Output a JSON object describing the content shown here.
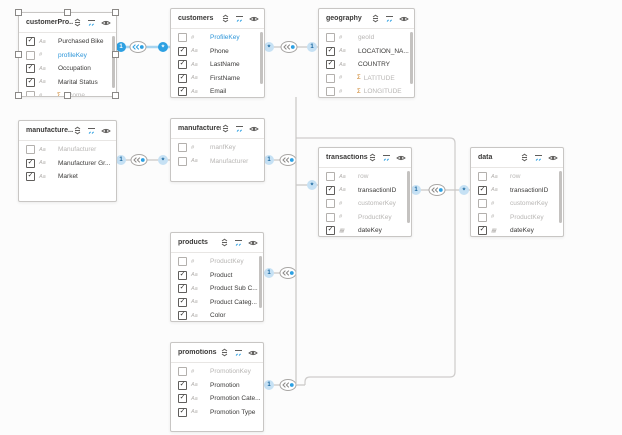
{
  "app": "model-relationship-diagram",
  "colors": {
    "accent_blue": "#2da0e2",
    "line_gray": "#c9c7c5",
    "link_blue": "#2e96d9",
    "sigma_orange": "#ca7b1d"
  },
  "header_icons": [
    "expand-collapse-fields",
    "collapse-table",
    "toggle-visibility"
  ],
  "tables": [
    {
      "id": "customerProfiles",
      "name": "customerPro...",
      "selected": true,
      "scrollbar": true,
      "fields": [
        {
          "checked": true,
          "type": "text",
          "name": "Purchased Bike",
          "style": "dark"
        },
        {
          "checked": false,
          "type": "number",
          "name": "profileKey",
          "style": "link"
        },
        {
          "checked": true,
          "type": "text",
          "name": "Occupation",
          "style": "dark"
        },
        {
          "checked": true,
          "type": "text",
          "name": "Marital Status",
          "style": "dark"
        },
        {
          "checked": false,
          "type": "number",
          "name": "Income",
          "style": "gray",
          "sigma": true
        }
      ]
    },
    {
      "id": "customers",
      "name": "customers",
      "selected": false,
      "scrollbar": true,
      "fields": [
        {
          "checked": false,
          "type": "number",
          "name": "ProfileKey",
          "style": "link"
        },
        {
          "checked": true,
          "type": "text",
          "name": "Phone",
          "style": "dark"
        },
        {
          "checked": true,
          "type": "text",
          "name": "LastName",
          "style": "dark"
        },
        {
          "checked": true,
          "type": "text",
          "name": "FirstName",
          "style": "dark"
        },
        {
          "checked": true,
          "type": "text",
          "name": "Email",
          "style": "dark"
        }
      ]
    },
    {
      "id": "geography",
      "name": "geography",
      "selected": false,
      "scrollbar": true,
      "fields": [
        {
          "checked": false,
          "type": "number",
          "name": "geoId",
          "style": "gray"
        },
        {
          "checked": true,
          "type": "text",
          "name": "LOCATION_NA...",
          "style": "dark"
        },
        {
          "checked": true,
          "type": "text",
          "name": "COUNTRY",
          "style": "dark"
        },
        {
          "checked": false,
          "type": "number",
          "name": "LATITUDE",
          "style": "gray",
          "sigma": true
        },
        {
          "checked": false,
          "type": "number",
          "name": "LONGITUDE",
          "style": "gray",
          "sigma": true
        }
      ]
    },
    {
      "id": "manufacturers_src",
      "name": "manufacture...",
      "selected": false,
      "scrollbar": false,
      "fields": [
        {
          "checked": false,
          "type": "text",
          "name": "Manufacturer",
          "style": "gray"
        },
        {
          "checked": true,
          "type": "text",
          "name": "Manufacturer Gr...",
          "style": "dark"
        },
        {
          "checked": true,
          "type": "text",
          "name": "Market",
          "style": "dark"
        }
      ]
    },
    {
      "id": "manufacturers",
      "name": "manufacturers",
      "selected": false,
      "scrollbar": false,
      "fields": [
        {
          "checked": false,
          "type": "number",
          "name": "manfKey",
          "style": "gray"
        },
        {
          "checked": false,
          "type": "text",
          "name": "Manufacturer",
          "style": "gray"
        }
      ]
    },
    {
      "id": "transactions",
      "name": "transactions",
      "selected": false,
      "scrollbar": true,
      "fields": [
        {
          "checked": false,
          "type": "text",
          "name": "row",
          "style": "gray"
        },
        {
          "checked": true,
          "type": "text",
          "name": "transactionID",
          "style": "dark"
        },
        {
          "checked": false,
          "type": "number",
          "name": "customerKey",
          "style": "gray"
        },
        {
          "checked": false,
          "type": "number",
          "name": "ProductKey",
          "style": "gray"
        },
        {
          "checked": true,
          "type": "calendar",
          "name": "dateKey",
          "style": "dark"
        }
      ]
    },
    {
      "id": "data",
      "name": "data",
      "selected": false,
      "scrollbar": true,
      "fields": [
        {
          "checked": false,
          "type": "text",
          "name": "row",
          "style": "gray"
        },
        {
          "checked": true,
          "type": "text",
          "name": "transactionID",
          "style": "dark"
        },
        {
          "checked": false,
          "type": "number",
          "name": "customerKey",
          "style": "gray"
        },
        {
          "checked": false,
          "type": "number",
          "name": "ProductKey",
          "style": "gray"
        },
        {
          "checked": true,
          "type": "calendar",
          "name": "dateKey",
          "style": "dark"
        }
      ]
    },
    {
      "id": "products",
      "name": "products",
      "selected": false,
      "scrollbar": true,
      "fields": [
        {
          "checked": false,
          "type": "number",
          "name": "ProductKey",
          "style": "gray"
        },
        {
          "checked": true,
          "type": "text",
          "name": "Product",
          "style": "dark"
        },
        {
          "checked": true,
          "type": "text",
          "name": "Product Sub C...",
          "style": "dark"
        },
        {
          "checked": true,
          "type": "text",
          "name": "Product Categ...",
          "style": "dark"
        },
        {
          "checked": true,
          "type": "text",
          "name": "Color",
          "style": "dark"
        }
      ]
    },
    {
      "id": "promotions",
      "name": "promotions",
      "selected": false,
      "scrollbar": false,
      "fields": [
        {
          "checked": false,
          "type": "number",
          "name": "PromotionKey",
          "style": "gray"
        },
        {
          "checked": true,
          "type": "text",
          "name": "Promotion",
          "style": "dark"
        },
        {
          "checked": true,
          "type": "text",
          "name": "Promotion Cate...",
          "style": "dark"
        },
        {
          "checked": true,
          "type": "text",
          "name": "Promotion Type",
          "style": "dark"
        }
      ]
    }
  ],
  "relationships": [
    {
      "id": "rel-customerprofiles-customers",
      "from": "customerProfiles",
      "to": "customers",
      "from_card": "1",
      "to_card": "*",
      "selected": true
    },
    {
      "id": "rel-customers-geography",
      "from": "customers",
      "to": "geography",
      "from_card": "*",
      "to_card": "1",
      "selected": false
    },
    {
      "id": "rel-manufacturerssrc-manufacturers",
      "from": "manufacturers_src",
      "to": "manufacturers",
      "from_card": "1",
      "to_card": "*",
      "selected": false
    },
    {
      "id": "rel-manufacturers-transactions",
      "from": "manufacturers",
      "to": "transactions",
      "from_card": "1",
      "to_card": "*",
      "selected": false
    },
    {
      "id": "rel-transactions-data",
      "from": "transactions",
      "to": "data",
      "from_card": "1",
      "to_card": "*",
      "selected": false
    },
    {
      "id": "rel-products-transactions",
      "from": "products",
      "to": "transactions",
      "from_card": "1",
      "to_card": "*",
      "selected": false
    },
    {
      "id": "rel-promotions-transactions",
      "from": "promotions",
      "to": "transactions",
      "from_card": "1",
      "to_card": "*",
      "selected": false
    },
    {
      "id": "rel-geography-transactions",
      "from": "geography",
      "to": "transactions",
      "from_card": "1",
      "to_card": "*",
      "selected": false
    }
  ]
}
